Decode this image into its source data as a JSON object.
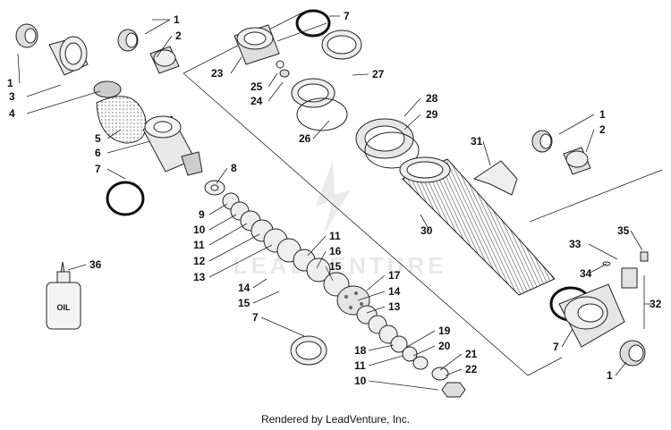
{
  "diagram": {
    "labels": [
      "1",
      "2",
      "1",
      "3",
      "4",
      "5",
      "6",
      "7",
      "7",
      "23",
      "25",
      "24",
      "27",
      "28",
      "29",
      "26",
      "31",
      "1",
      "2",
      "8",
      "9",
      "10",
      "11",
      "12",
      "13",
      "11",
      "16",
      "15",
      "14",
      "15",
      "17",
      "14",
      "13",
      "7",
      "30",
      "35",
      "33",
      "34",
      "32",
      "7",
      "1",
      "19",
      "20",
      "18",
      "11",
      "21",
      "10",
      "22",
      "36"
    ],
    "watermark": "LEADVENTURE",
    "oil_label": "OIL"
  },
  "footer": {
    "text": "Rendered by LeadVenture, Inc."
  }
}
